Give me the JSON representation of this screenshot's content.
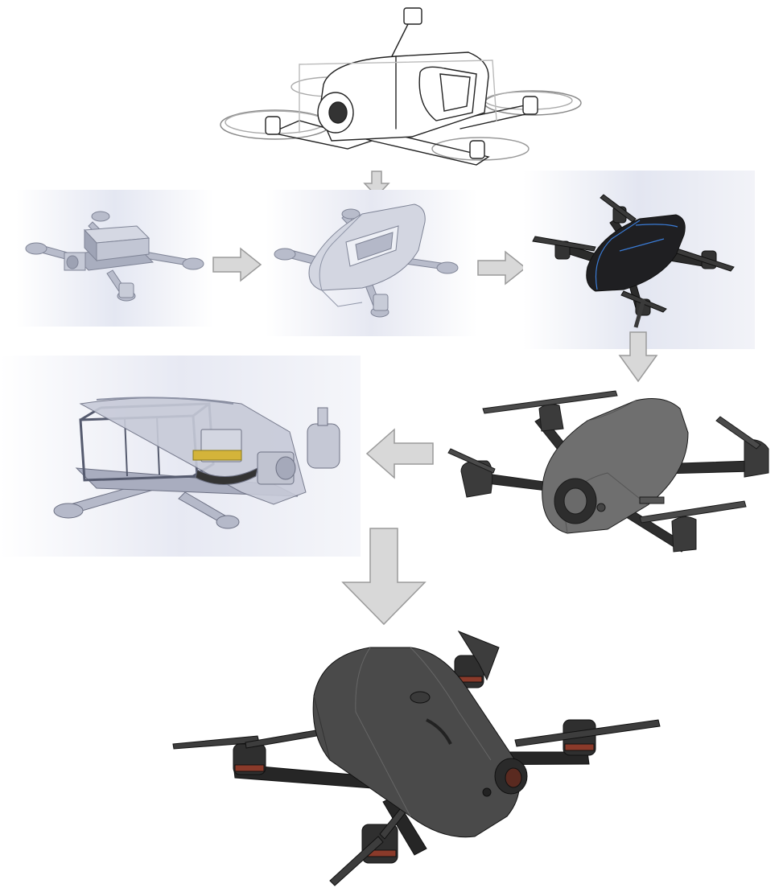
{
  "figure": {
    "stages": [
      {
        "id": "sketch",
        "icon": "pencil-sketch-drone-icon"
      },
      {
        "id": "frame-cad",
        "icon": "cad-frame-drone-icon"
      },
      {
        "id": "canopy-cad",
        "icon": "cad-canopy-drone-icon"
      },
      {
        "id": "dark-render-cad",
        "icon": "cad-dark-render-drone-icon"
      },
      {
        "id": "grey-render",
        "icon": "grey-render-drone-icon"
      },
      {
        "id": "internal-cad",
        "icon": "cad-internal-section-icon"
      },
      {
        "id": "final-render",
        "icon": "final-render-drone-icon"
      }
    ],
    "flow": [
      {
        "from": "sketch",
        "to": "canopy-cad",
        "icon": "arrow-down-icon"
      },
      {
        "from": "frame-cad",
        "to": "canopy-cad",
        "icon": "arrow-right-icon"
      },
      {
        "from": "canopy-cad",
        "to": "dark-render-cad",
        "icon": "arrow-right-icon"
      },
      {
        "from": "dark-render-cad",
        "to": "grey-render",
        "icon": "arrow-down-icon"
      },
      {
        "from": "grey-render",
        "to": "internal-cad",
        "icon": "arrow-left-icon"
      },
      {
        "from": "internal-cad",
        "to": "final-render",
        "icon": "arrow-down-icon"
      }
    ],
    "colors": {
      "arrow_fill": "#d8d8d8",
      "arrow_stroke": "#9a9a9a",
      "cad_part": "#b8bccb",
      "cad_bg": "#e9ecf6",
      "carbon": "#2b2b2b",
      "canopy_grey": "#6f6f6f",
      "canopy_dark": "#3f3f3f",
      "motor_accent": "#8a3a2a"
    }
  }
}
